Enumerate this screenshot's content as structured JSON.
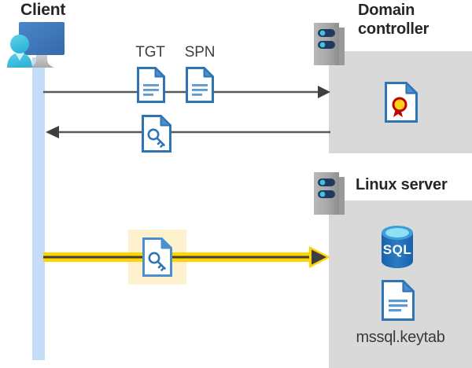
{
  "diagram": {
    "title_client": "Client",
    "title_domain_controller": "Domain controller",
    "title_linux_server": "Linux server",
    "label_tgt": "TGT",
    "label_spn": "SPN",
    "label_keytab_file": "mssql.keytab",
    "icons": {
      "client": "user-workstation-icon",
      "server_rack": "server-rack-icon",
      "document": "document-icon",
      "ticket": "key-document-icon",
      "certificate": "certificate-document-icon",
      "database": "sql-database-icon",
      "keytab": "document-icon"
    },
    "database_label": "SQL",
    "flows": [
      {
        "name": "request-tgt-spn",
        "direction": "right",
        "from": "client",
        "to": "domain-controller",
        "style": "plain",
        "labels": [
          "TGT",
          "SPN"
        ]
      },
      {
        "name": "issue-service-ticket",
        "direction": "left",
        "from": "domain-controller",
        "to": "client",
        "style": "plain",
        "labels": []
      },
      {
        "name": "present-service-ticket",
        "direction": "right",
        "from": "client",
        "to": "linux-server",
        "style": "highlighted",
        "labels": []
      }
    ],
    "colors": {
      "panel_gray": "#d9d9d9",
      "lifeline_blue": "#c3dcfa",
      "highlight_yellow": "#fdf2cd",
      "arrow_gray": "#595959",
      "arrow_yellow": "#ffd500",
      "doc_blue": "#2e75b6",
      "monitor_blue": "#3e7cc4",
      "person_cyan": "#41c3e0",
      "server_gray": "#a6a6a6",
      "server_bar_navy": "#1f3864",
      "seal_gold": "#ffd11a",
      "seal_red": "#c00000",
      "sql_blue": "#2272b9",
      "title_text": "#262626"
    }
  }
}
